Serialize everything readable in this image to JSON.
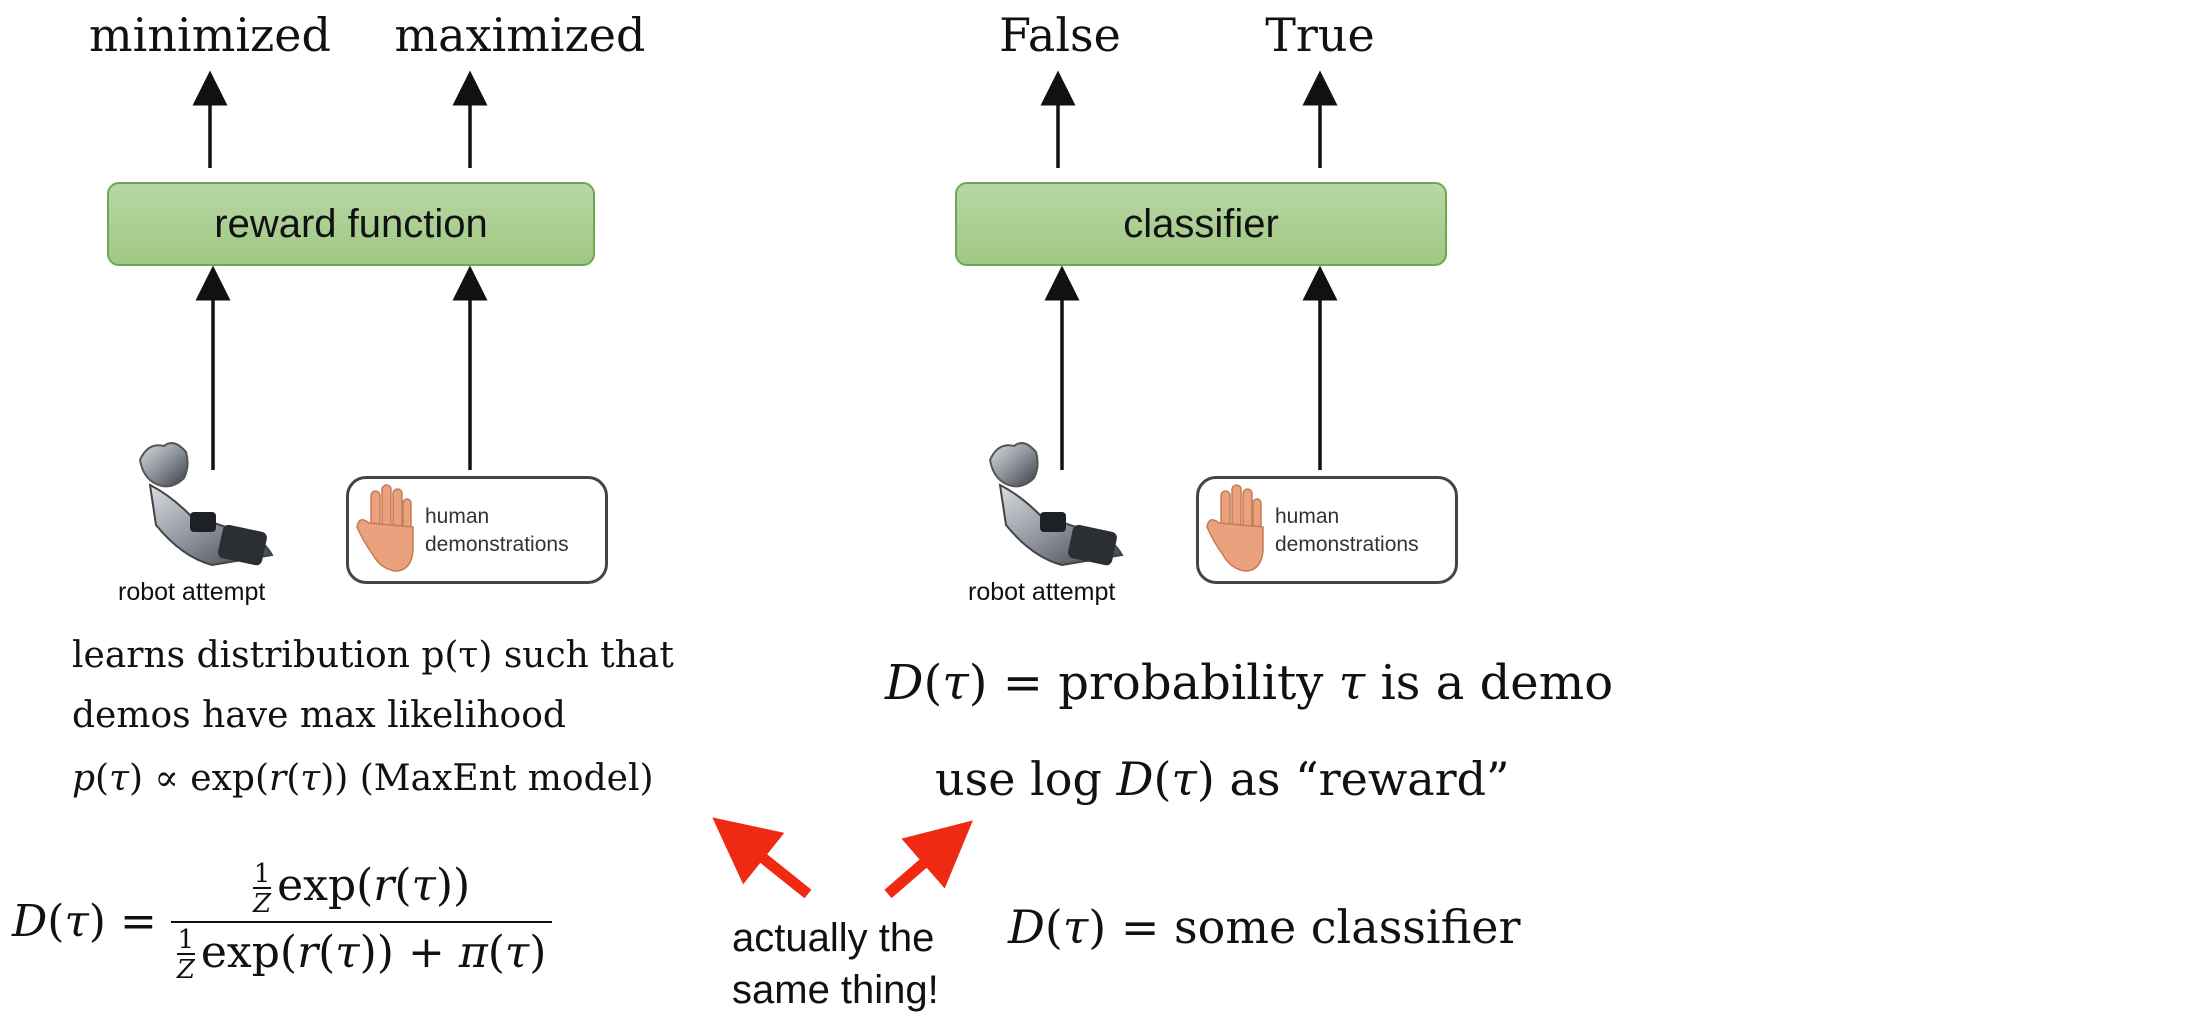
{
  "left_diagram": {
    "outputs": [
      "minimized",
      "maximized"
    ],
    "box_label": "reward function",
    "robot_caption": "robot attempt",
    "demo_label": "human demonstrations",
    "description_line1": "learns distribution p(τ) such that",
    "description_line2": "demos have max likelihood",
    "maxent_suffix": "(MaxEnt model)"
  },
  "right_diagram": {
    "outputs": [
      "False",
      "True"
    ],
    "box_label": "classifier",
    "robot_caption": "robot attempt",
    "demo_label": "human demonstrations",
    "prob_text": "probability",
    "prob_text2": "is a demo",
    "reward_text": "as “reward”",
    "classifier_text": "some classifier"
  },
  "annotation": {
    "line1": "actually the",
    "line2": "same thing!",
    "arrow_color": "#ee2a12"
  },
  "colors": {
    "box_fill": "#a9cf8f",
    "box_border": "#6ea653"
  }
}
